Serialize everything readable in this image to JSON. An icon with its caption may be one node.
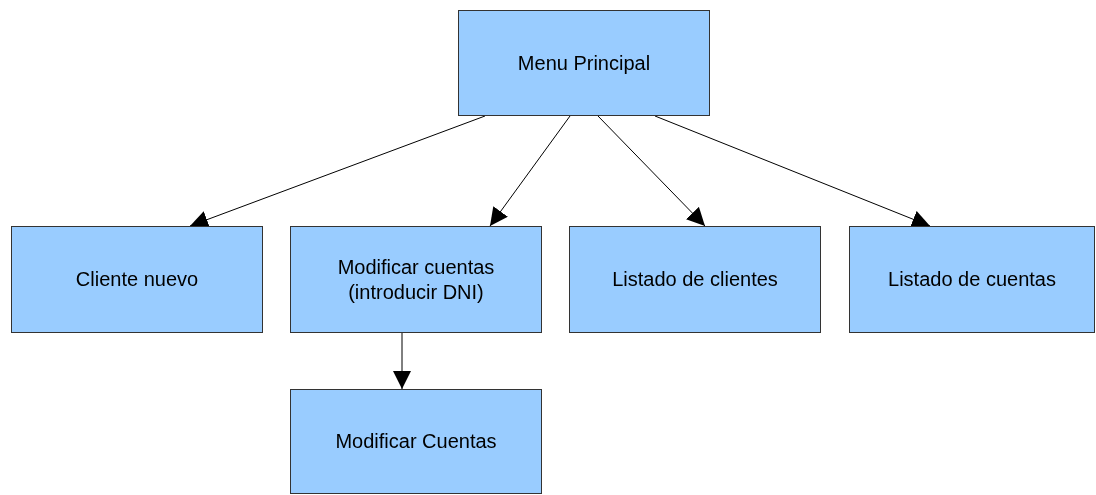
{
  "diagram": {
    "nodes": [
      {
        "text": [
          "Menu Principal"
        ]
      },
      {
        "text": [
          "Cliente nuevo"
        ]
      },
      {
        "text": [
          "Modificar cuentas (introducir DNI)"
        ]
      },
      {
        "text": [
          "Listado de clientes"
        ]
      },
      {
        "text": [
          "Listado de cuentas"
        ]
      },
      {
        "text": [
          "Modificar Cuentas"
        ]
      }
    ],
    "edges": [
      {
        "from": 0,
        "to": 1,
        "arrow": "to"
      },
      {
        "from": 0,
        "to": 2,
        "arrow": "to"
      },
      {
        "from": 0,
        "to": 3,
        "arrow": "to"
      },
      {
        "from": 0,
        "to": 4,
        "arrow": "to"
      },
      {
        "from": 2,
        "to": 5,
        "arrow": "to"
      }
    ]
  }
}
